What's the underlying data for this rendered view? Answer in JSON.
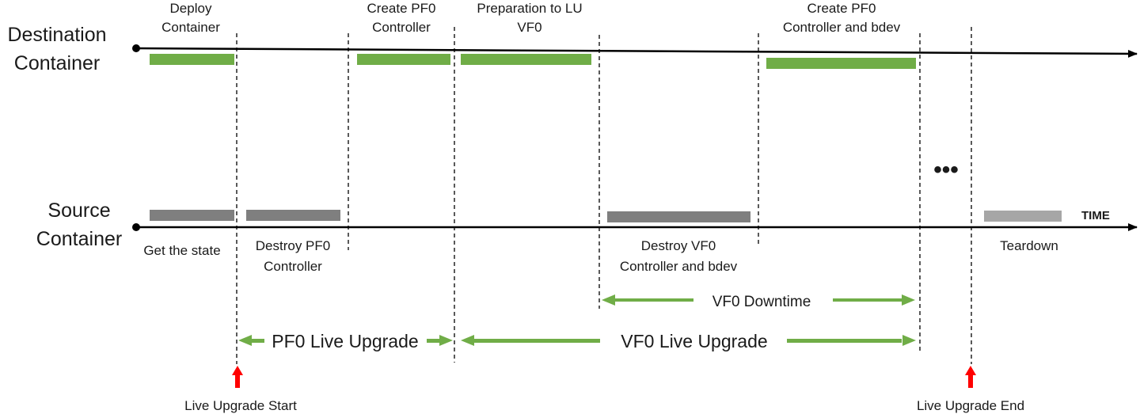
{
  "rows": {
    "destination": [
      "Destination",
      "Container"
    ],
    "source": [
      "Source",
      "Container"
    ]
  },
  "axis": {
    "time_label": "TIME"
  },
  "colors": {
    "destination_bar": "#70ad47",
    "source_bar": "#7f7f7f",
    "teardown_bar": "#a6a6a6",
    "range_arrow": "#70ad47",
    "marker_arrow": "#ff0000",
    "axis": "#000000"
  },
  "destination_phases": [
    {
      "label": [
        "Deploy",
        "Container"
      ]
    },
    {
      "label": [
        "Create PF0",
        "Controller"
      ]
    },
    {
      "label": [
        "Preparation to LU",
        "VF0"
      ]
    },
    {
      "label": [
        "Create PF0",
        "Controller and bdev"
      ]
    }
  ],
  "source_phases": [
    {
      "label": [
        "Get the state"
      ]
    },
    {
      "label": [
        "Destroy PF0",
        "Controller"
      ]
    },
    {
      "label": [
        "Destroy VF0",
        "Controller and bdev"
      ]
    },
    {
      "label": [
        "Teardown"
      ]
    }
  ],
  "ranges": [
    {
      "label": "VF0 Downtime"
    },
    {
      "label": "PF0 Live Upgrade"
    },
    {
      "label": "VF0 Live Upgrade"
    }
  ],
  "markers": [
    {
      "label": "Live Upgrade Start"
    },
    {
      "label": "Live Upgrade End"
    }
  ],
  "ellipsis": "•••"
}
